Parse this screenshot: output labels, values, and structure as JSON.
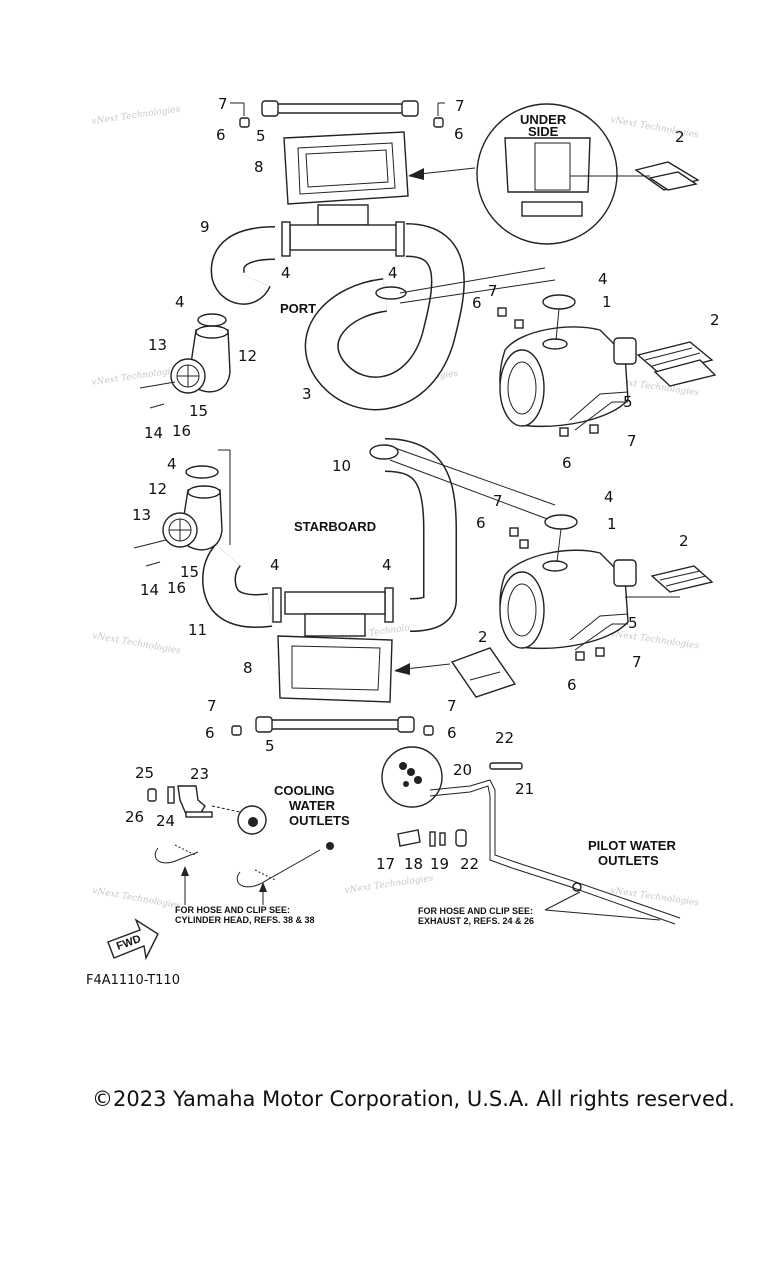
{
  "callouts": {
    "c1": "1",
    "c2": "2",
    "c3": "3",
    "c4": "4",
    "c5": "5",
    "c6": "6",
    "c7": "7",
    "c8": "8",
    "c9": "9",
    "c10": "10",
    "c11": "11",
    "c12": "12",
    "c13": "13",
    "c14": "14",
    "c15": "15",
    "c16": "16",
    "c17": "17",
    "c18": "18",
    "c19": "19",
    "c20": "20",
    "c21": "21",
    "c22": "22",
    "c23": "23",
    "c24": "24",
    "c25": "25",
    "c26": "26"
  },
  "sections": {
    "under_side_1": "UNDER",
    "under_side_2": "SIDE",
    "port": "PORT",
    "starboard": "STARBOARD",
    "cooling_1": "COOLING",
    "cooling_2": "WATER",
    "cooling_3": "OUTLETS",
    "pilot_1": "PILOT WATER",
    "pilot_2": "OUTLETS",
    "fwd": "FWD"
  },
  "notes": {
    "left_1": "FOR HOSE AND CLIP SEE:",
    "left_2": "CYLINDER HEAD, REFS. 38 & 38",
    "right_1": "FOR HOSE AND CLIP SEE:",
    "right_2": "EXHAUST 2, REFS. 24 & 26"
  },
  "watermark": "vNext Technologies",
  "figure_code": "F4A1110-T110",
  "copyright": "©2023 Yamaha Motor Corporation, U.S.A. All rights reserved."
}
